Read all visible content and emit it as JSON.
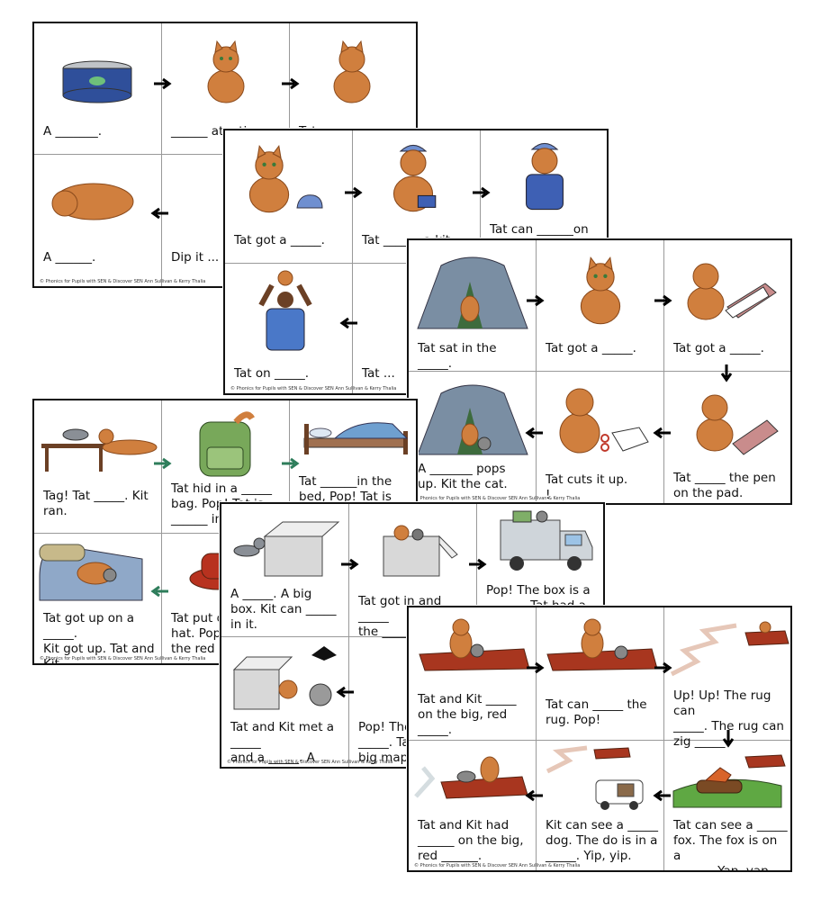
{
  "footer_text": "© Phonics for Pupils with SEN & Discover SEN Ann Sullivan & Kerry Thalia",
  "colors": {
    "cat": "#d07f3e",
    "cat_dark": "#8a4a1c",
    "tent": "#7a8ea3",
    "rug": "#a8361f",
    "cap": "#6f8fd0",
    "bag": "#78a85a",
    "box": "#d8d8d8",
    "van": "#cfd5da"
  },
  "sheet1": {
    "captions": [
      "A _______.",
      "______ at a tin.",
      "Tat ...",
      "A ______.",
      "Dip it ..."
    ]
  },
  "sheet2": {
    "captions": [
      "Tat got a _____.",
      "Tat ______ a kit.",
      "Tat can ______on",
      "Tat on _____.",
      "Tat ..."
    ]
  },
  "sheet3": {
    "captions": [
      "Tat sat in the  _____.",
      "Tat got a _____.",
      "Tat got a _____.",
      "A _______ pops\nup.  Kit the cat.",
      "Tat cuts it up.\n           !",
      "Tat _____ the pen\non the pad."
    ]
  },
  "sheet4": {
    "captions": [
      "Tag! Tat _____. Kit\nran.",
      "Tat hid in a _____\nbag. Pop! Tat is\n______ in",
      "Tat ______in the\nbed, Pop! Tat is not",
      "Tat got up on a _____.\nKit got up. Tat and Kit\nhad a ______ _____. Tat\nand Kit had a ______.",
      "Tat put on\nhat. Pop! T\nthe red"
    ]
  },
  "sheet5": {
    "captions": [
      "A _____. A big\nbox. Kit can _____\nin it.",
      "Tat got in and _____\nthe ______",
      "Pop! The box is a\n______. Tat had a",
      "Tat and Kit met a _____\nand a _____. A _____\nbox.",
      "Pop! The b\n_____. Ta\nbig map."
    ]
  },
  "sheet6": {
    "captions": [
      "Tat and Kit _____\non the big, red\n_____.",
      "Tat can _____ the\nrug. Pop!",
      "Up! Up! The rug can\n_____. The rug can\nzig _____.",
      "Tat and Kit had\n______ on the big,\nred ______.",
      "Kit can see a _____\ndog. The do is  in a\n_____. Yip, yip.",
      "Tat can see a _____\nfox. The fox is on a\n______. Yap, yap."
    ]
  }
}
